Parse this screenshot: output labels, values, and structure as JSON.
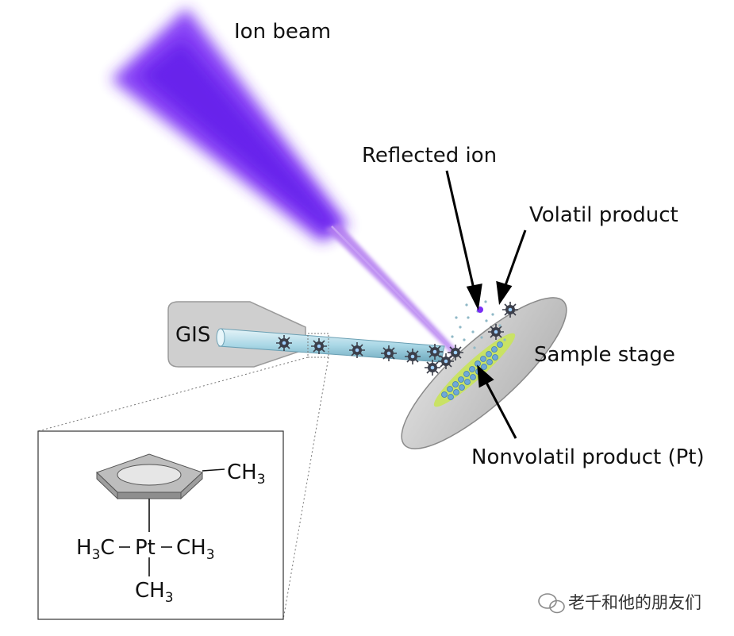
{
  "labels": {
    "ion_beam": "Ion beam",
    "reflected_ion": "Reflected ion",
    "volatile_product": "Volatil product",
    "gis": "GIS",
    "sample_stage": "Sample stage",
    "nonvolatile_product": "Nonvolatil product (Pt)"
  },
  "molecule": {
    "ring_substituent": "CH",
    "ring_substituent_sub": "3",
    "left_group_main": "H",
    "left_group_sub": "3",
    "left_group_tail": "C",
    "center_atom": "Pt",
    "right_group_main": "CH",
    "right_group_sub": "3",
    "bottom_group_main": "CH",
    "bottom_group_sub": "3"
  },
  "watermark": {
    "text": "老千和他的朋友们",
    "icon": "wechat-icon"
  },
  "colors": {
    "beam": "#7a2df5",
    "beam_core": "#b27cf0",
    "gis_body": "#cfcfcf",
    "needle": "#bfe3ee",
    "stage_top": "#c9c9c9",
    "stage_side": "#8e8e8e",
    "deposit_green": "#c9e265",
    "deposit_blue": "#6fa8d8"
  }
}
